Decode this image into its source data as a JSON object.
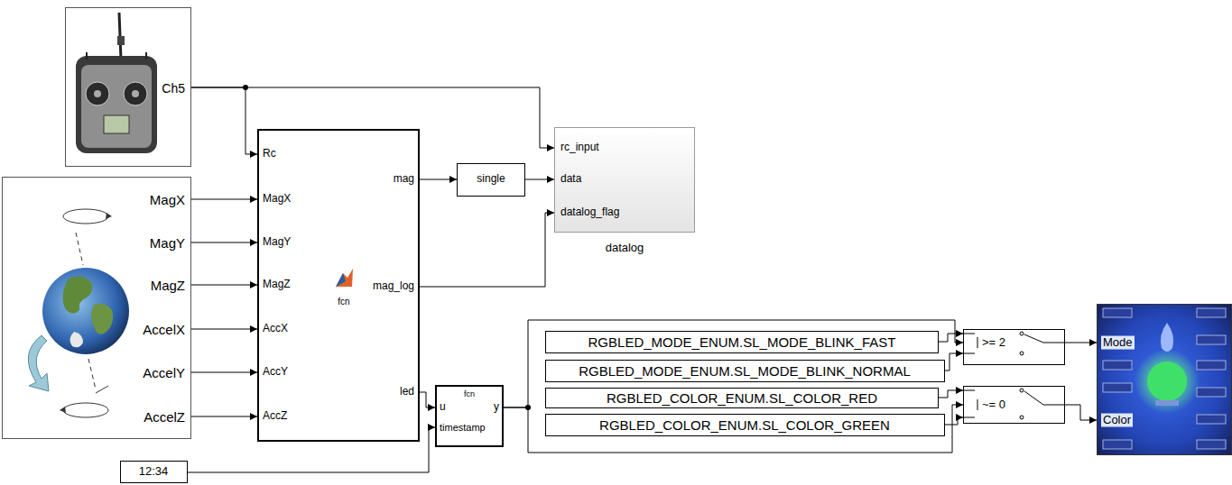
{
  "diagram": {
    "nodes": [
      {
        "text": [
          "Ch5"
        ]
      },
      {
        "text": [
          "MagX",
          "MagY",
          "MagZ",
          "AccelX",
          "AccelY",
          "AccelZ"
        ]
      },
      {
        "text": [
          "Rc",
          "MagX",
          "MagY",
          "MagZ",
          "AccX",
          "AccY",
          "AccZ",
          "mag",
          "mag_log",
          "led",
          "fcn"
        ]
      },
      {
        "text": [
          "single"
        ]
      },
      {
        "text": [
          "rc_input",
          "data",
          "datalog_flag",
          "datalog"
        ]
      },
      {
        "text": [
          "u",
          "timestamp",
          "y",
          "fcn"
        ]
      },
      {
        "text": [
          "12:34"
        ]
      },
      {
        "text": [
          "RGBLED_MODE_ENUM.SL_MODE_BLINK_FAST"
        ]
      },
      {
        "text": [
          "RGBLED_MODE_ENUM.SL_MODE_BLINK_NORMAL"
        ]
      },
      {
        "text": [
          "RGBLED_COLOR_ENUM.SL_COLOR_RED"
        ]
      },
      {
        "text": [
          "RGBLED_COLOR_ENUM.SL_COLOR_GREEN"
        ]
      },
      {
        "text": [
          ">= 2"
        ]
      },
      {
        "text": [
          "~= 0"
        ]
      },
      {
        "text": [
          "Mode",
          "Color"
        ]
      }
    ],
    "edges": [
      {
        "from": 0,
        "to": 2,
        "arrow": "to"
      },
      {
        "from": 0,
        "to": 4,
        "arrow": "to"
      },
      {
        "from": 1,
        "to": 2,
        "arrow": "to"
      },
      {
        "from": 1,
        "to": 2,
        "arrow": "to"
      },
      {
        "from": 1,
        "to": 2,
        "arrow": "to"
      },
      {
        "from": 1,
        "to": 2,
        "arrow": "to"
      },
      {
        "from": 1,
        "to": 2,
        "arrow": "to"
      },
      {
        "from": 1,
        "to": 2,
        "arrow": "to"
      },
      {
        "from": 2,
        "to": 3,
        "arrow": "to"
      },
      {
        "from": 3,
        "to": 4,
        "arrow": "to"
      },
      {
        "from": 2,
        "to": 4,
        "arrow": "to"
      },
      {
        "from": 2,
        "to": 5,
        "arrow": "to"
      },
      {
        "from": 6,
        "to": 5,
        "arrow": "to"
      },
      {
        "from": 5,
        "to": 11,
        "arrow": "to"
      },
      {
        "from": 5,
        "to": 12,
        "arrow": "to"
      },
      {
        "from": 7,
        "to": 11,
        "arrow": "to"
      },
      {
        "from": 8,
        "to": 11,
        "arrow": "to"
      },
      {
        "from": 9,
        "to": 12,
        "arrow": "to"
      },
      {
        "from": 10,
        "to": 12,
        "arrow": "to"
      },
      {
        "from": 11,
        "to": 13,
        "arrow": "to"
      },
      {
        "from": 12,
        "to": 13,
        "arrow": "to"
      }
    ]
  }
}
